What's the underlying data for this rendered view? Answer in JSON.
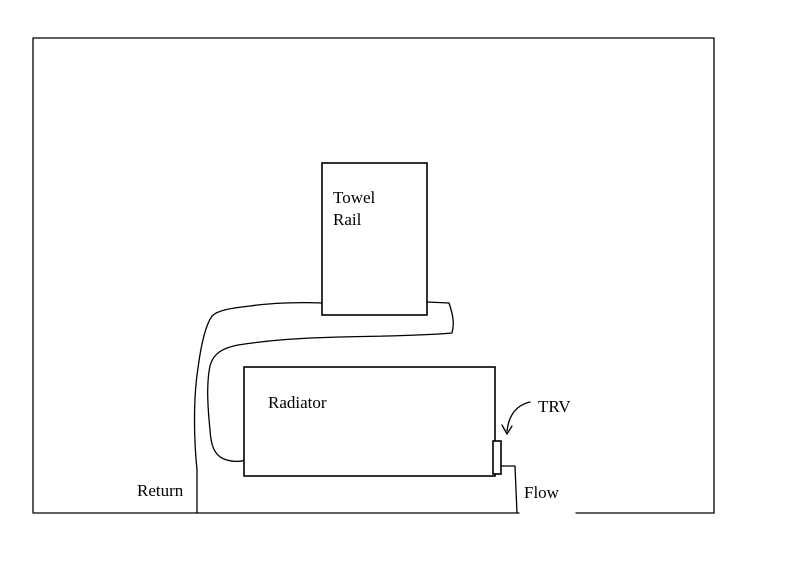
{
  "labels": {
    "towel_rail_line1": "Towel",
    "towel_rail_line2": "Rail",
    "radiator": "Radiator",
    "trv": "TRV",
    "return": "Return",
    "flow": "Flow"
  },
  "colors": {
    "background": "#ffffff",
    "ink": "#000000"
  }
}
